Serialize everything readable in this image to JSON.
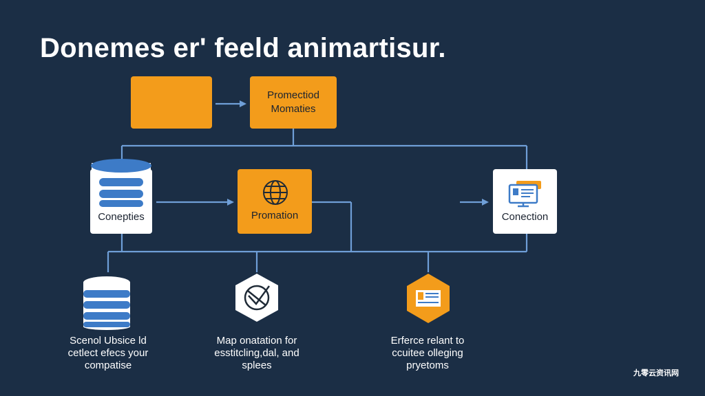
{
  "title": "Donemes er' feeld  animartisur.",
  "nodes": {
    "top_left": "",
    "top_right": {
      "line1": "Promectiod",
      "line2": "Momaties"
    },
    "middle_left": "Conepties",
    "middle_center": "Promation",
    "middle_right": "Conection"
  },
  "captions": {
    "left": [
      "Scenol Ubsice ld",
      "cetlect efecs your",
      "compatise"
    ],
    "center": [
      "Map onatation for",
      "esstitcling,dal, and",
      "splees"
    ],
    "right": [
      "Erferce relant to",
      "ccuitee olleging",
      "pryetoms"
    ]
  },
  "watermark": "九零云资讯网",
  "colors": {
    "background": "#1b2e45",
    "accent_orange": "#f39c1b",
    "connector_blue": "#6f9fd8",
    "node_white": "#ffffff",
    "database_blue": "#3d7bc7"
  },
  "icons": [
    "database-icon",
    "globe-icon",
    "monitor-icon",
    "compass-icon",
    "document-icon"
  ]
}
